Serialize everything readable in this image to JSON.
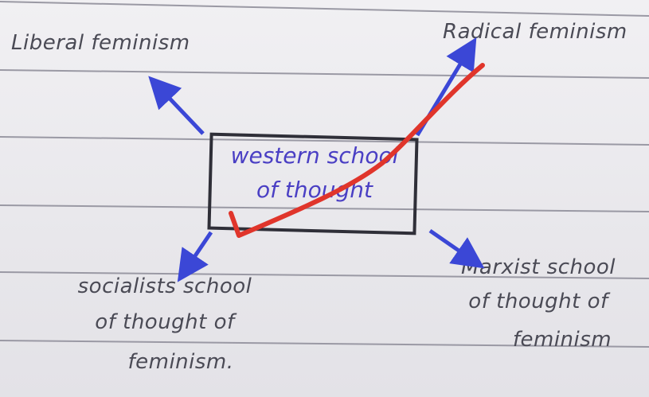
{
  "diagram": {
    "center": {
      "line1": "western school",
      "line2": "of thought"
    },
    "nodes": {
      "top_left": "Liberal feminism",
      "top_right": "Radical feminism",
      "bottom_left": {
        "line1": "socialists school",
        "line2": "of thought of",
        "line3": "feminism."
      },
      "bottom_right": {
        "line1": "Marxist school",
        "line2": "of thought of",
        "line3": "feminism"
      }
    },
    "colors": {
      "ink": "#4a4a55",
      "arrow_blue": "#3b47d6",
      "strike_red": "#e0352b",
      "rule_line": "#8f8e99"
    }
  }
}
